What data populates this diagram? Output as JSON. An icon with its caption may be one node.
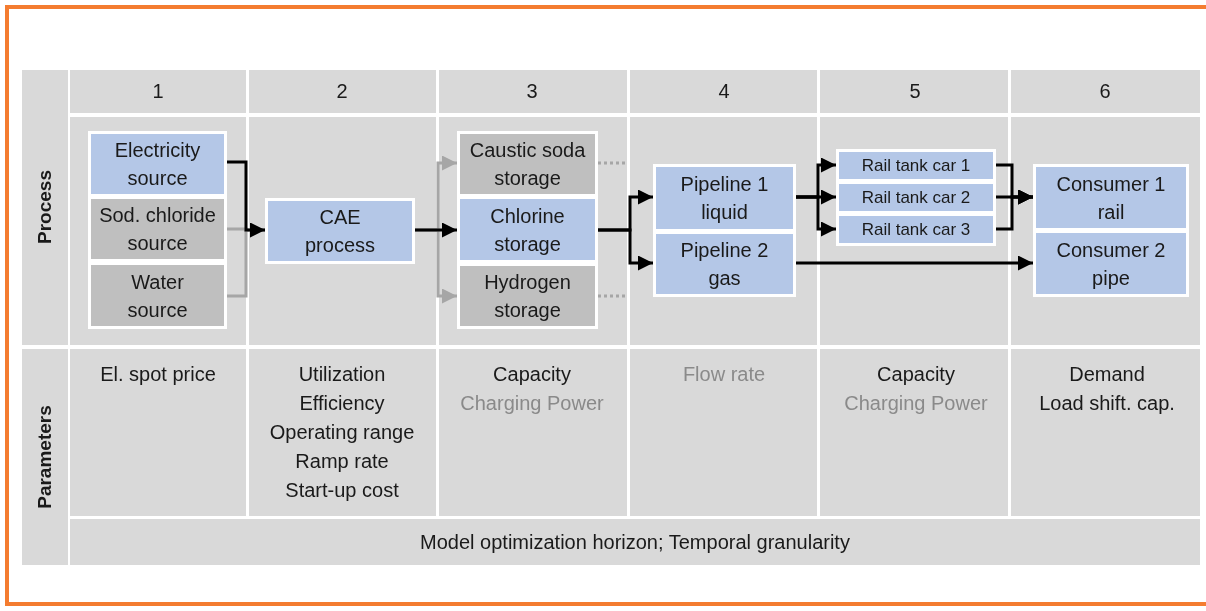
{
  "diagram": {
    "nodes": [
      {
        "text": [
          "Electricity source"
        ]
      },
      {
        "text": [
          "Sod. chloride source"
        ]
      },
      {
        "text": [
          "Water source"
        ]
      },
      {
        "text": [
          "CAE process"
        ]
      },
      {
        "text": [
          "Caustic soda storage"
        ]
      },
      {
        "text": [
          "Chlorine storage"
        ]
      },
      {
        "text": [
          "Hydrogen storage"
        ]
      },
      {
        "text": [
          "Pipeline 1 liquid"
        ]
      },
      {
        "text": [
          "Pipeline 2 gas"
        ]
      },
      {
        "text": [
          "Rail tank car 1"
        ]
      },
      {
        "text": [
          "Rail tank car 2"
        ]
      },
      {
        "text": [
          "Rail tank car 3"
        ]
      },
      {
        "text": [
          "Consumer 1 rail"
        ]
      },
      {
        "text": [
          "Consumer 2 pipe"
        ]
      }
    ],
    "edges": [
      {
        "from": 1,
        "to": 3,
        "arrow": "to",
        "color": "#a6a6a6"
      },
      {
        "from": 2,
        "to": 3,
        "arrow": "to",
        "color": "#a6a6a6"
      },
      {
        "from": 0,
        "to": 3,
        "arrow": "to"
      },
      {
        "from": 3,
        "to": 4,
        "arrow": "to",
        "color": "#a6a6a6"
      },
      {
        "from": 3,
        "to": 6,
        "arrow": "to",
        "color": "#a6a6a6"
      },
      {
        "from": 3,
        "to": 5,
        "arrow": "to"
      },
      {
        "from": 4,
        "to": null,
        "arrow": "none",
        "style": "dashed",
        "color": "#a6a6a6"
      },
      {
        "from": 6,
        "to": null,
        "arrow": "none",
        "style": "dashed",
        "color": "#a6a6a6"
      },
      {
        "from": 5,
        "to": 7,
        "arrow": "to"
      },
      {
        "from": 5,
        "to": 8,
        "arrow": "to"
      },
      {
        "from": 7,
        "to": 9,
        "arrow": "to"
      },
      {
        "from": 7,
        "to": 10,
        "arrow": "to"
      },
      {
        "from": 7,
        "to": 11,
        "arrow": "to"
      },
      {
        "from": 9,
        "to": 12,
        "arrow": "to"
      },
      {
        "from": 10,
        "to": 12,
        "arrow": "to"
      },
      {
        "from": 11,
        "to": 12,
        "arrow": "to"
      },
      {
        "from": 8,
        "to": 13,
        "arrow": "to"
      }
    ],
    "labels": [
      "1",
      "2",
      "3",
      "4",
      "5",
      "6",
      "Process",
      "El. spot price",
      "Utilization",
      "Efficiency",
      "Operating range",
      "Ramp rate",
      "Start-up cost",
      "Capacity",
      "Charging Power",
      "Flow rate",
      "Capacity",
      "Charging Power",
      "Demand",
      "Load shift. cap.",
      "Parameters",
      "Model optimization horizon; Temporal granularity"
    ]
  }
}
